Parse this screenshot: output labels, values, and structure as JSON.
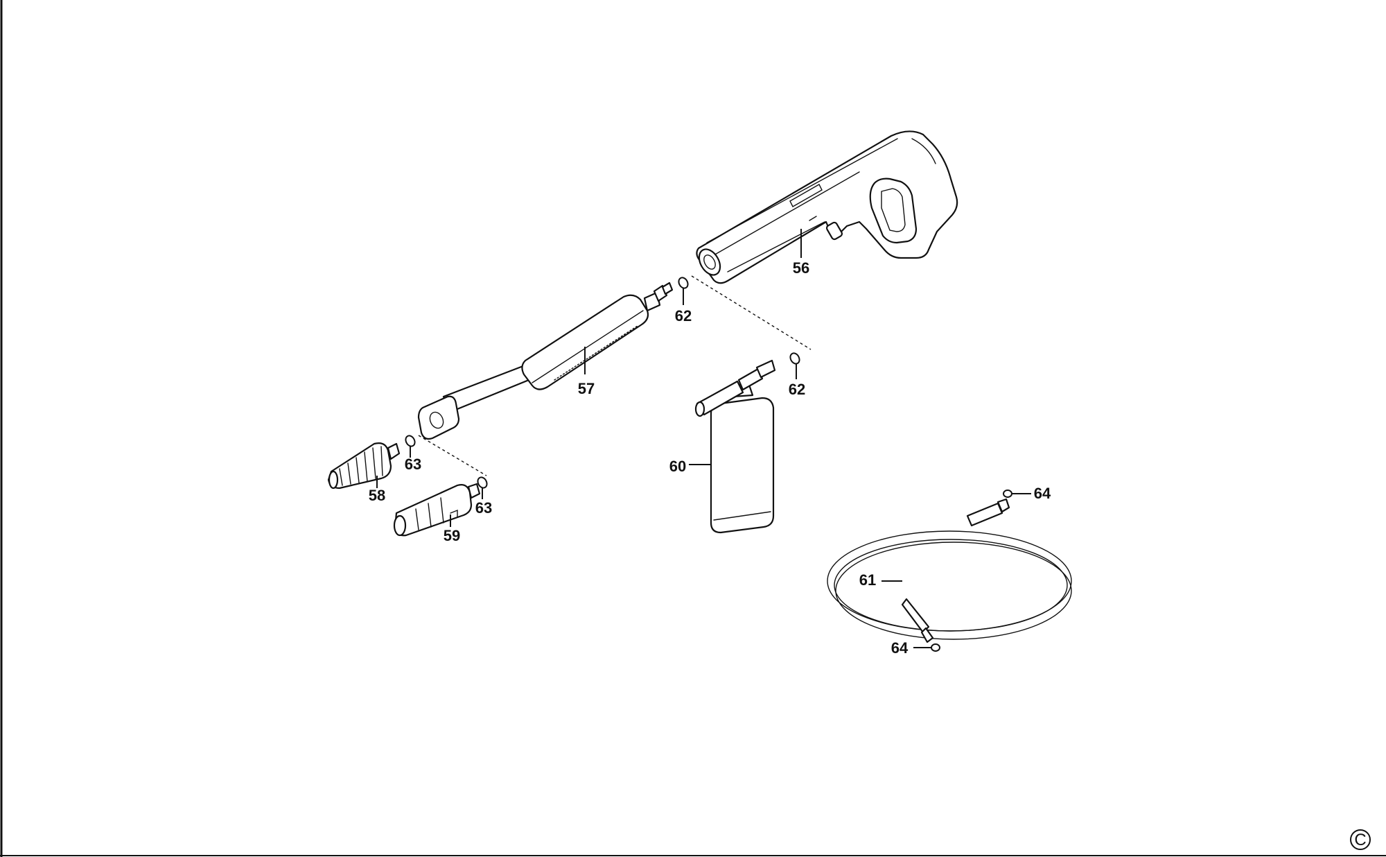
{
  "diagram": {
    "callouts": [
      {
        "id": "56",
        "label": "56"
      },
      {
        "id": "57",
        "label": "57"
      },
      {
        "id": "58",
        "label": "58"
      },
      {
        "id": "59",
        "label": "59"
      },
      {
        "id": "60",
        "label": "60"
      },
      {
        "id": "61",
        "label": "61"
      },
      {
        "id": "62a",
        "label": "62"
      },
      {
        "id": "62b",
        "label": "62"
      },
      {
        "id": "63a",
        "label": "63"
      },
      {
        "id": "63b",
        "label": "63"
      },
      {
        "id": "64a",
        "label": "64"
      },
      {
        "id": "64b",
        "label": "64"
      }
    ],
    "copyright_symbol": "C"
  }
}
